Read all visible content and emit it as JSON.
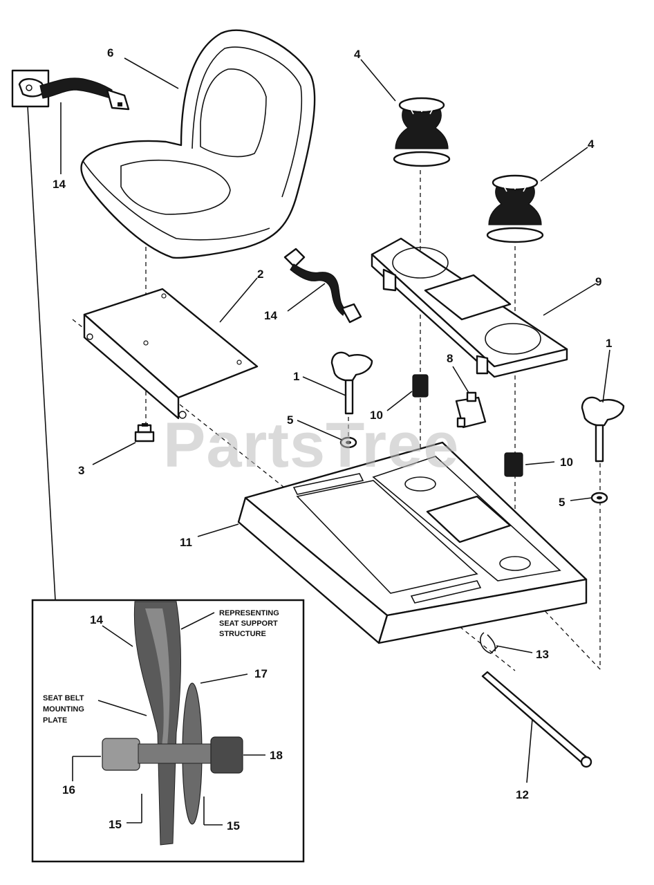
{
  "watermark": "PartsTree",
  "callouts": {
    "c1a": "1",
    "c1b": "1",
    "c2": "2",
    "c3": "3",
    "c4a": "4",
    "c4b": "4",
    "c5a": "5",
    "c5b": "5",
    "c6": "6",
    "c8": "8",
    "c9": "9",
    "c10a": "10",
    "c10b": "10",
    "c11": "11",
    "c12": "12",
    "c13": "13",
    "c14a": "14",
    "c14b": "14",
    "c14c": "14",
    "c15a": "15",
    "c15b": "15",
    "c16": "16",
    "c17": "17",
    "c18": "18"
  },
  "inset": {
    "note_structure": [
      "REPRESENTING",
      "SEAT SUPPORT",
      "STRUCTURE"
    ],
    "note_plate": [
      "SEAT BELT",
      "MOUNTING",
      "PLATE"
    ]
  }
}
